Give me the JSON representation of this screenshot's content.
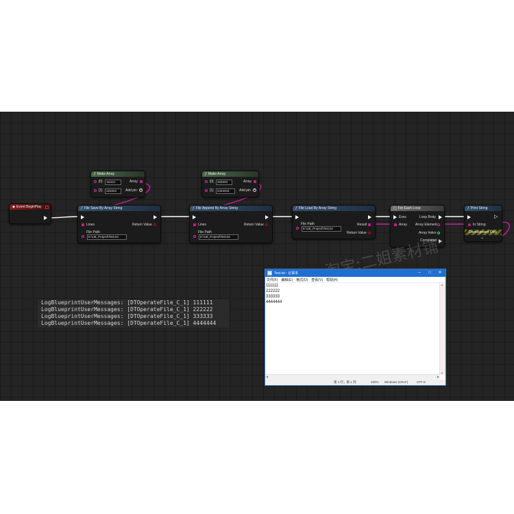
{
  "event_node": {
    "title": "Event BeginPlay"
  },
  "make_array_1": {
    "title": "Make Array",
    "items": [
      {
        "index": "[0]",
        "value": "111111"
      },
      {
        "index": "[1]",
        "value": "222222"
      }
    ],
    "out_label": "Array",
    "add_pin_label": "Add pin"
  },
  "make_array_2": {
    "title": "Make Array",
    "items": [
      {
        "index": "[0]",
        "value": "333333"
      },
      {
        "index": "[1]",
        "value": "4444444"
      }
    ],
    "out_label": "Array",
    "add_pin_label": "Add pin"
  },
  "file_save": {
    "title": "File Save By Array String",
    "lines_label": "Lines",
    "return_label": "Return Value",
    "path_label": "File Path",
    "path_value": "E:\\UE_Project\\Test.txt"
  },
  "file_append": {
    "title": "File Append By Array String",
    "lines_label": "Lines",
    "return_label": "Return Value",
    "path_label": "File Path",
    "path_value": "E:\\UE_Project\\Test.txt"
  },
  "file_load": {
    "title": "File Load By Array String",
    "path_label": "File Path",
    "path_value": "E:\\UE_Project\\Test.txt",
    "result_label": "Result",
    "return_label": "Return Value"
  },
  "for_each": {
    "title": "For Each Loop",
    "exec_label": "Exec",
    "array_label": "Array",
    "loop_body_label": "Loop Body",
    "element_label": "Array Element",
    "index_label": "Array Index",
    "completed_label": "Completed"
  },
  "print_string": {
    "title": "Print String",
    "in_label": "In String",
    "dev_label": "Development Only"
  },
  "log": {
    "lines": [
      "LogBlueprintUserMessages: [DTOperateFile_C_1] 111111",
      "LogBlueprintUserMessages: [DTOperateFile_C_1] 222222",
      "LogBlueprintUserMessages: [DTOperateFile_C_1] 333333",
      "LogBlueprintUserMessages: [DTOperateFile_C_1] 4444444"
    ]
  },
  "notepad": {
    "title": "Test.txt - 记事本",
    "menu": [
      "文件(F)",
      "编辑(E)",
      "格式(O)",
      "查看(V)",
      "帮助(H)"
    ],
    "lines": [
      "111111",
      "222222",
      "333333",
      "4444444"
    ],
    "status": {
      "position": "第 1 行，第 1 列",
      "zoom": "100%",
      "eol": "Windows (CRLF)",
      "encoding": "UTF-8"
    }
  },
  "watermark": "淘宝:二姐素材铺",
  "colors": {
    "exec_wire": "#ffffff",
    "array_wire": "#d020a0",
    "canvas_bg": "#242424",
    "notepad_title": "#1f6fd0"
  }
}
